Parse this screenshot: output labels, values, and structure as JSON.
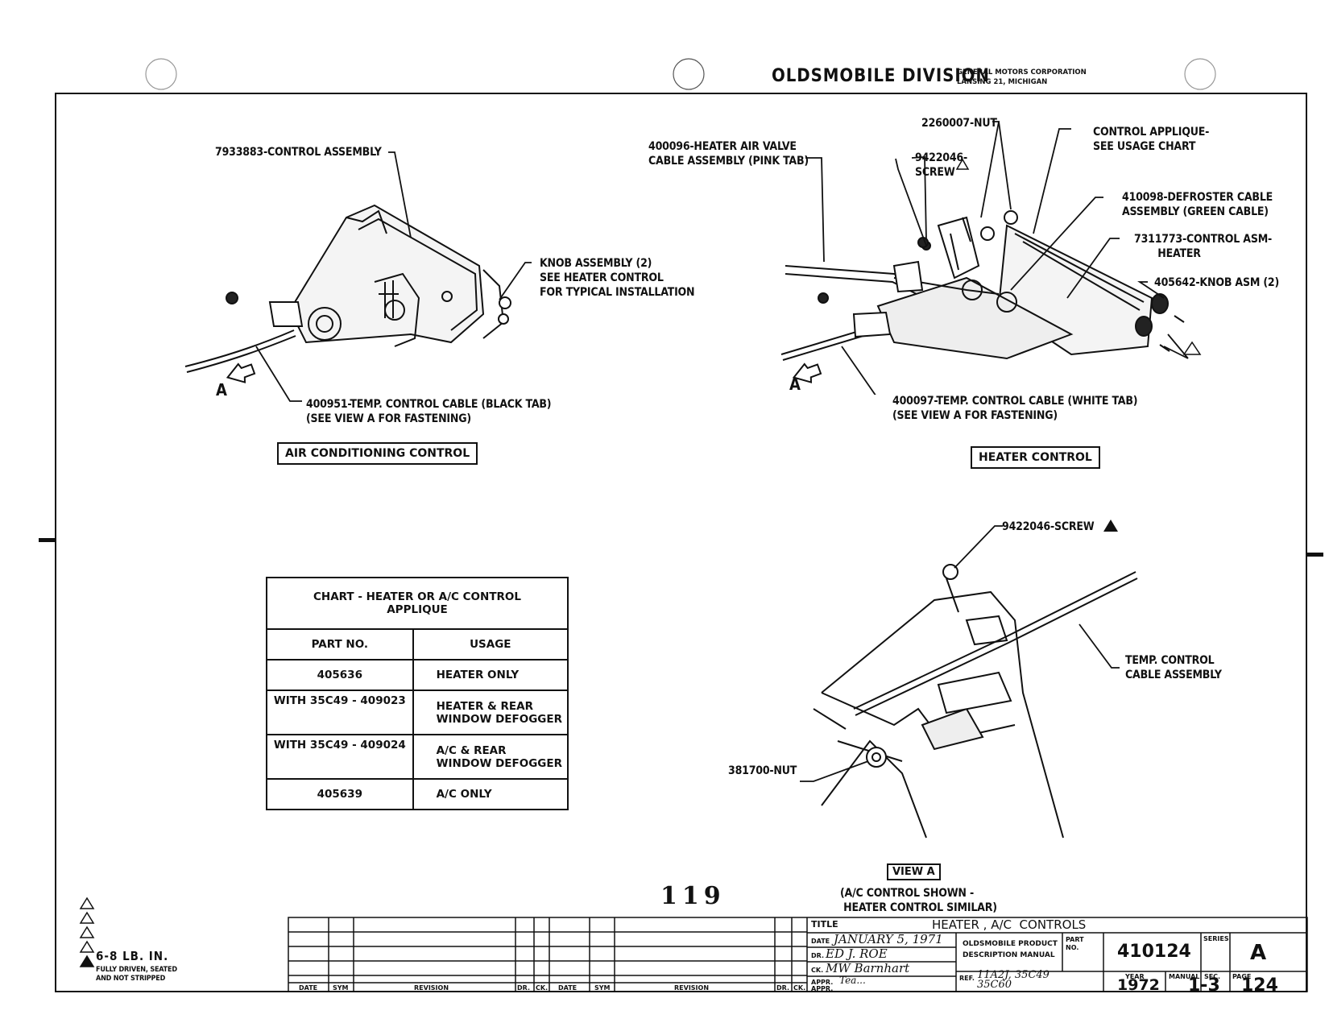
{
  "header": {
    "division": "OLDSMOBILE DIVISION",
    "corporation": "GENERAL MOTORS CORPORATION",
    "location": "LANSING 21, MICHIGAN"
  },
  "ac_view": {
    "title": "AIR CONDITIONING CONTROL",
    "labels": {
      "control_assembly": "7933883-CONTROL ASSEMBLY",
      "knob_assembly": "KNOB ASSEMBLY (2)\nSEE HEATER CONTROL\nFOR TYPICAL INSTALLATION",
      "temp_cable": "400951-TEMP. CONTROL CABLE (BLACK TAB)\n(SEE VIEW A FOR FASTENING)",
      "view_marker": "A"
    }
  },
  "heater_view": {
    "title": "HEATER CONTROL",
    "labels": {
      "air_valve_cable": "400096-HEATER AIR VALVE\nCABLE ASSEMBLY (PINK TAB)",
      "nut": "2260007-NUT",
      "screw": "9422046-\nSCREW",
      "applique": "CONTROL APPLIQUE-\nSEE USAGE CHART",
      "defroster_cable": "410098-DEFROSTER CABLE\nASSEMBLY (GREEN CABLE)",
      "control_asm": "7311773-CONTROL ASM-\n       HEATER",
      "knob_asm": "405642-KNOB ASM (2)",
      "temp_cable": "400097-TEMP. CONTROL CABLE (WHITE TAB)\n(SEE VIEW A FOR FASTENING)",
      "view_marker": "A"
    }
  },
  "view_a": {
    "title": "VIEW A",
    "caption": "(A/C CONTROL SHOWN -\n HEATER CONTROL SIMILAR)",
    "labels": {
      "screw": "9422046-SCREW",
      "temp_cable": "TEMP. CONTROL\nCABLE ASSEMBLY",
      "nut": "381700-NUT"
    }
  },
  "chart": {
    "title": "CHART - HEATER OR A/C CONTROL\nAPPLIQUE",
    "columns": [
      "PART NO.",
      "USAGE"
    ],
    "rows": [
      [
        "405636",
        "HEATER ONLY"
      ],
      [
        "WITH 35C49 - 409023",
        "HEATER & REAR\nWINDOW DEFOGGER"
      ],
      [
        "WITH 35C49 - 409024",
        "A/C & REAR\nWINDOW DEFOGGER"
      ],
      [
        "405639",
        "A/C ONLY"
      ]
    ]
  },
  "torque_notes": {
    "note_a": "6-8 LB. IN.",
    "note_b": "FULLY DRIVEN, SEATED\nAND NOT STRIPPED"
  },
  "page_number": "119",
  "title_block": {
    "title_label": "TITLE",
    "title": "HEATER , A/C  CONTROLS",
    "date_label": "DATE",
    "date": "JANUARY 5, 1971",
    "dr_label": "DR.",
    "drawn_by": "ED J. ROE",
    "ck_label": "CK.",
    "checked_by": "MW Barnhart",
    "appr_label": "APPR.",
    "approved_by": "Tea...",
    "appr2_label": "APPR.",
    "manual": "OLDSMOBILE PRODUCT\nDESCRIPTION MANUAL",
    "part_label": "PART\nNO.",
    "part_no": "410124",
    "series_label": "SERIES",
    "series": "A",
    "ref_label": "REF.",
    "ref": "11A2J, 35C49\n35C60",
    "year_label": "YEAR",
    "year": "1972",
    "manual_sec_label": "MANUAL  SEC.",
    "manual_sec": "1-3",
    "page_label": "PAGE",
    "page": "124",
    "revision_headers": [
      "DATE",
      "SYM",
      "REVISION",
      "DR.",
      "CK.",
      "DATE",
      "SYM",
      "REVISION",
      "DR.",
      "CK."
    ]
  }
}
